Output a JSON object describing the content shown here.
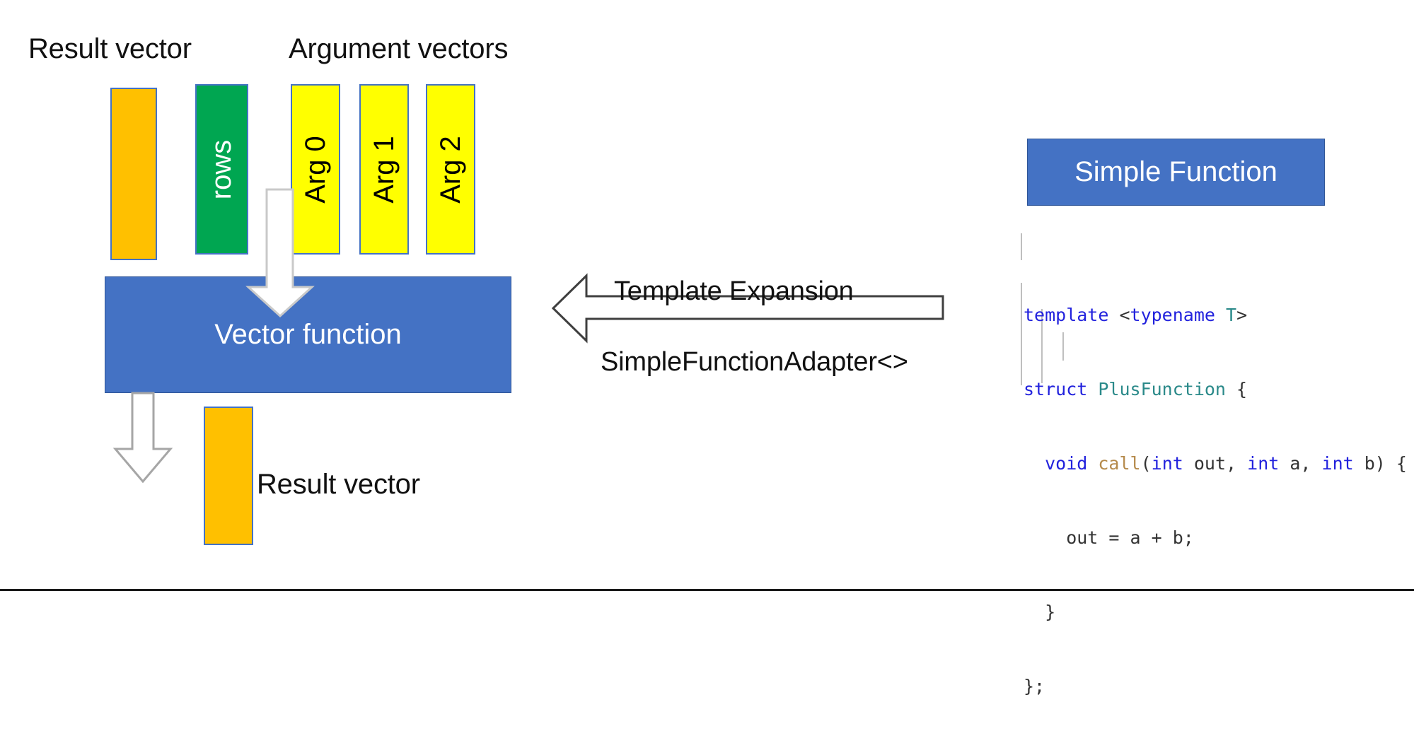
{
  "slide": {
    "background_color": "#FFFFFF",
    "bottom_rule_color": "#1A1A1A"
  },
  "labels": {
    "result_vector_top": "Result vector",
    "argument_vectors": "Argument vectors",
    "result_vector_bottom": "Result vector"
  },
  "bars": [
    {
      "id": "result-vector-bar",
      "label": "",
      "color": "#FFC000",
      "kind": "orange"
    },
    {
      "id": "rows-bar",
      "label": "rows",
      "color": "#00A651",
      "kind": "green"
    },
    {
      "id": "arg0-bar",
      "label": "Arg 0",
      "color": "#FFFF00",
      "kind": "yellow"
    },
    {
      "id": "arg1-bar",
      "label": "Arg 1",
      "color": "#FFFF00",
      "kind": "yellow"
    },
    {
      "id": "arg2-bar",
      "label": "Arg 2",
      "color": "#FFFF00",
      "kind": "yellow"
    }
  ],
  "boxes": {
    "vector_function": "Vector function",
    "simple_function": "Simple Function",
    "accent_color": "#4472C4"
  },
  "arrow": {
    "top_label": "Template Expansion",
    "bottom_label": "SimpleFunctionAdapter<>",
    "direction": "left"
  },
  "code": {
    "lines": [
      [
        {
          "t": "template ",
          "c": "kw"
        },
        {
          "t": "<",
          "c": "pl"
        },
        {
          "t": "typename ",
          "c": "kw"
        },
        {
          "t": "T",
          "c": "typ"
        },
        {
          "t": ">",
          "c": "pl"
        }
      ],
      [
        {
          "t": "struct ",
          "c": "kw"
        },
        {
          "t": "PlusFunction ",
          "c": "typ"
        },
        {
          "t": "{",
          "c": "pl"
        }
      ],
      [
        {
          "t": "  ",
          "c": "pl"
        },
        {
          "t": "void ",
          "c": "kw"
        },
        {
          "t": "call",
          "c": "fn"
        },
        {
          "t": "(",
          "c": "pl"
        },
        {
          "t": "int ",
          "c": "kw"
        },
        {
          "t": "out, ",
          "c": "pl"
        },
        {
          "t": "int ",
          "c": "kw"
        },
        {
          "t": "a, ",
          "c": "pl"
        },
        {
          "t": "int ",
          "c": "kw"
        },
        {
          "t": "b) {",
          "c": "pl"
        }
      ],
      [
        {
          "t": "    out = a + b;",
          "c": "pl"
        }
      ],
      [
        {
          "t": "  }",
          "c": "pl"
        }
      ],
      [
        {
          "t": "};",
          "c": "pl"
        }
      ]
    ],
    "plain_text": "template <typename T>\nstruct PlusFunction {\n  void call(int out, int a, int b) {\n    out = a + b;\n  }\n};"
  }
}
